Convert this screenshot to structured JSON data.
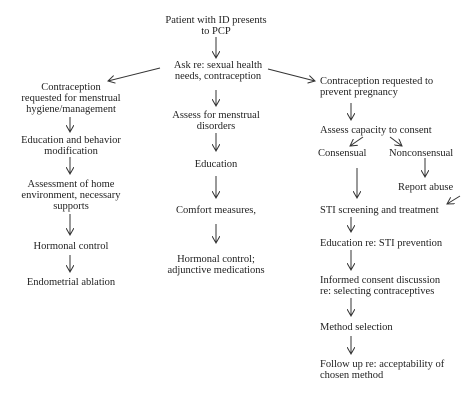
{
  "diagram": {
    "nodes": {
      "start": "Patient with ID presents\nto PCP",
      "ask": "Ask re: sexual health\nneeds, contraception",
      "left_1": "Contraception\nrequested for menstrual\nhygiene/management",
      "left_2": "Education and behavior\nmodification",
      "left_3": "Assessment of home\nenvironment, necessary\nsupports",
      "left_4": "Hormonal control",
      "left_5": "Endometrial ablation",
      "mid_1": "Assess for menstrual\ndisorders",
      "mid_2": "Education",
      "mid_3": "Comfort measures,",
      "mid_4": "Hormonal control;\nadjunctive medications",
      "right_1": "Contraception requested to\nprevent pregnancy",
      "right_2": "Assess capacity to consent",
      "right_consensual": "Consensual",
      "right_nonconsensual": "Nonconsensual",
      "right_report": "Report abuse",
      "right_3": "STI screening and treatment",
      "right_4": "Education re: STI prevention",
      "right_5": "Informed consent discussion\nre: selecting contraceptives",
      "right_6": "Method selection",
      "right_7": "Follow up re: acceptability of\nchosen method"
    }
  }
}
